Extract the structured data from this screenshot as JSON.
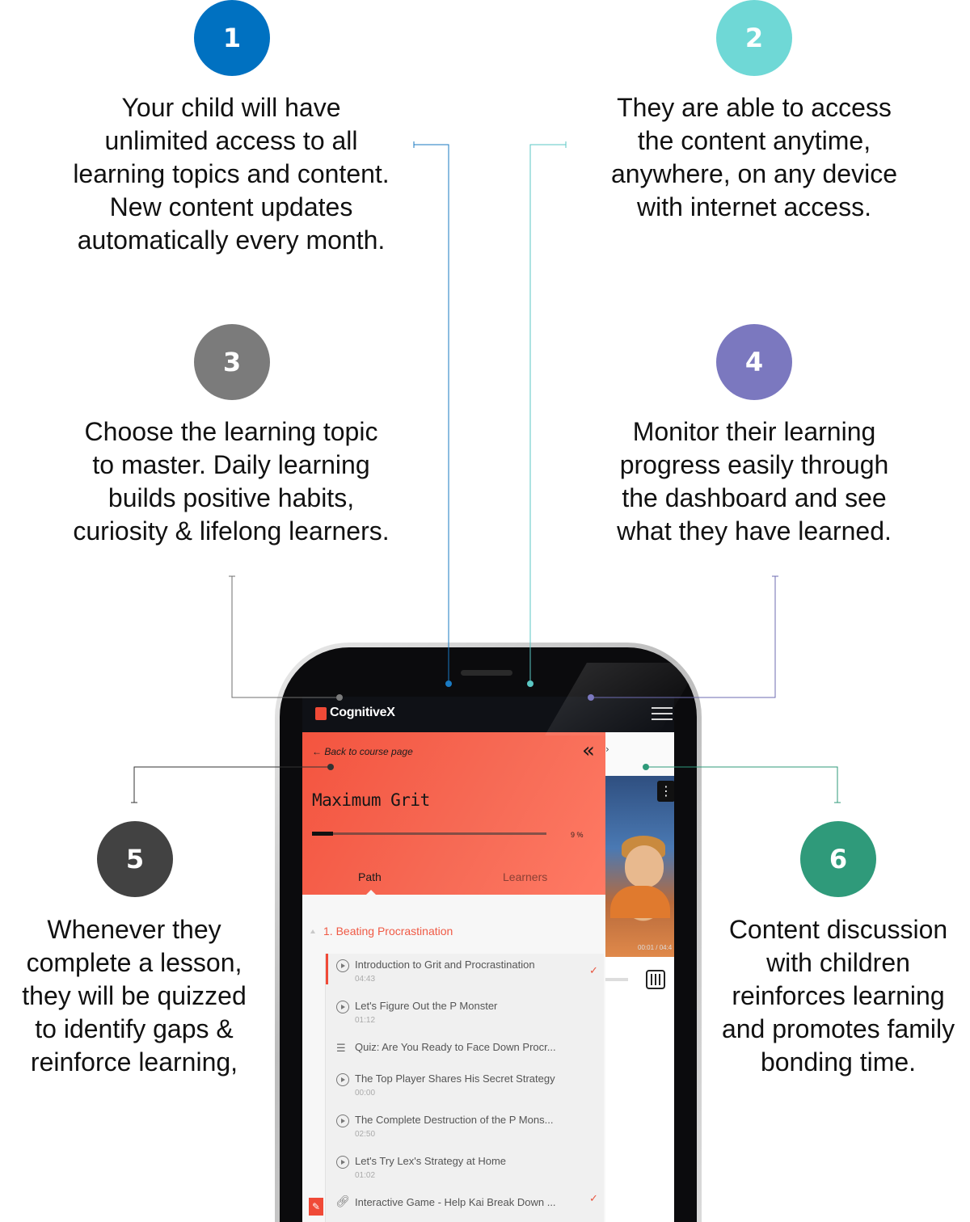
{
  "features": [
    {
      "number": "1",
      "color": "#0071c1",
      "text": [
        "Your child will have",
        "unlimited access to all",
        "learning topics and content.",
        "New content updates",
        "automatically every month."
      ]
    },
    {
      "number": "2",
      "color": "#6fd8d6",
      "text": [
        "They are able to access",
        "the content anytime,",
        "anywhere, on any device",
        "with internet access."
      ]
    },
    {
      "number": "3",
      "color": "#7b7b7b",
      "text": [
        "Choose the learning topic",
        "to master. Daily learning",
        "builds positive habits,",
        "curiosity & lifelong learners."
      ]
    },
    {
      "number": "4",
      "color": "#7b78bf",
      "text": [
        "Monitor their learning",
        "progress easily through",
        "the dashboard and see",
        "what they have learned."
      ]
    },
    {
      "number": "5",
      "color": "#424242",
      "text": [
        "Whenever they",
        "complete a lesson,",
        "they will be quizzed",
        "to identify gaps &",
        "reinforce learning,"
      ]
    },
    {
      "number": "6",
      "color": "#2f9a7a",
      "text": [
        "Content discussion",
        "with children",
        "reinforces learning",
        "and promotes family",
        "bonding time."
      ]
    }
  ],
  "app": {
    "brand": "CognitiveX",
    "back_label": "Back to course page",
    "course_title": "Maximum Grit",
    "progress_percent": 9,
    "progress_label": "9 %",
    "tabs": [
      "Path",
      "Learners"
    ],
    "active_tab": "Path",
    "section_title": "1. Beating Procrastination",
    "lessons": [
      {
        "title": "Introduction to Grit and Procrastination",
        "duration": "04:43",
        "type": "video",
        "completed": true,
        "active": true
      },
      {
        "title": "Let's Figure Out the P Monster",
        "duration": "01:12",
        "type": "video",
        "completed": false
      },
      {
        "title": "Quiz: Are You Ready to Face Down Procr...",
        "duration": "",
        "type": "quiz",
        "completed": false
      },
      {
        "title": "The Top Player Shares His Secret Strategy",
        "duration": "00:00",
        "type": "video",
        "completed": false
      },
      {
        "title": "The Complete Destruction of the P Mons...",
        "duration": "02:50",
        "type": "video",
        "completed": false
      },
      {
        "title": "Let's Try Lex's Strategy at Home",
        "duration": "01:02",
        "type": "video",
        "completed": false
      },
      {
        "title": "Interactive Game - Help Kai Break Down ...",
        "duration": "",
        "type": "link",
        "completed": true
      }
    ],
    "video_time": "00:01 / 04:4",
    "accent_color": "#f04a37"
  }
}
